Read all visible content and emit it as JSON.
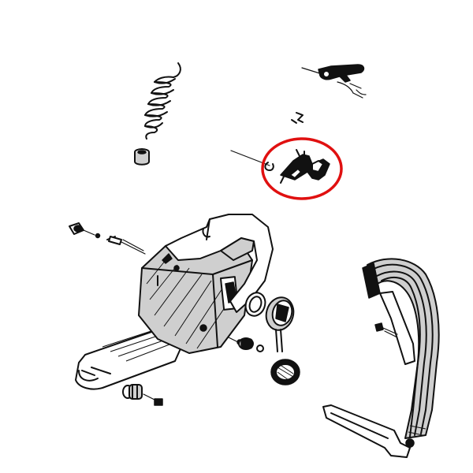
{
  "diagram": {
    "background": "#ffffff",
    "ink_color": "#111111",
    "highlight_color": "#e01010",
    "parts": [
      {
        "id": "spring",
        "icon": "coil-spring-icon"
      },
      {
        "id": "spring-cap",
        "icon": "cap-icon"
      },
      {
        "id": "throttle-lever",
        "icon": "lever-icon"
      },
      {
        "id": "clip",
        "icon": "clip-icon"
      },
      {
        "id": "throttle-trigger-assembly",
        "icon": "trigger-icon",
        "highlighted": true
      },
      {
        "id": "adjuster-screw",
        "icon": "screw-icon"
      },
      {
        "id": "rear-handle-housing",
        "icon": "housing-icon"
      },
      {
        "id": "grommet-ring",
        "icon": "ring-icon"
      },
      {
        "id": "tank-cap",
        "icon": "cap-icon"
      },
      {
        "id": "tank-cap-gasket",
        "icon": "gasket-icon"
      },
      {
        "id": "buffer-nut",
        "icon": "nut-icon"
      },
      {
        "id": "mount-bolt",
        "icon": "bolt-icon"
      },
      {
        "id": "front-handlebar",
        "icon": "handlebar-icon"
      },
      {
        "id": "handlebar-screw",
        "icon": "screw-icon"
      }
    ]
  }
}
